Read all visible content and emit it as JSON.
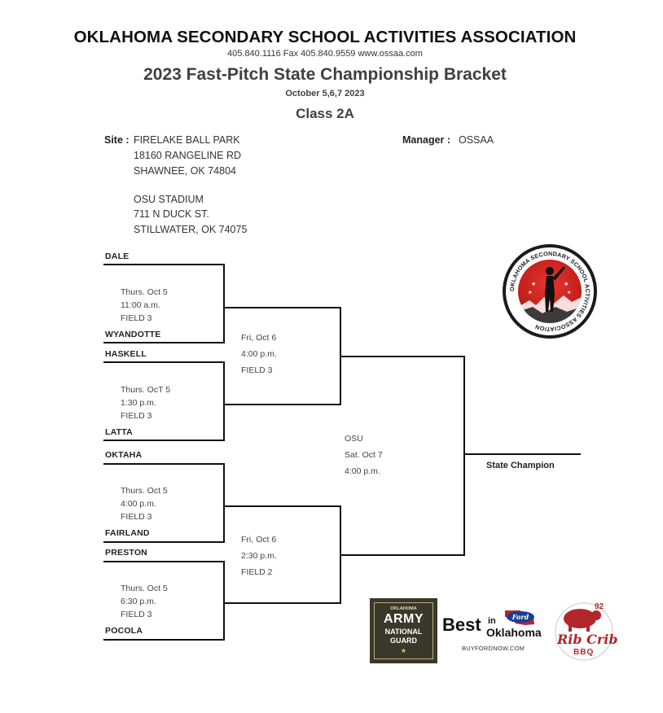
{
  "header": {
    "org": "OKLAHOMA SECONDARY SCHOOL ACTIVITIES ASSOCIATION",
    "contact": "405.840.1116   Fax 405.840.9559  www.ossaa.com",
    "title": "2023 Fast-Pitch State Championship Bracket",
    "dates": "October 5,6,7  2023",
    "class": "Class 2A"
  },
  "site": {
    "label": "Site :",
    "lines": [
      "FIRELAKE BALL PARK",
      "18160 RANGELINE RD",
      "SHAWNEE, OK 74804",
      "OSU STADIUM",
      "711 N DUCK ST.",
      "STILLWATER, OK 74075"
    ]
  },
  "manager": {
    "label": "Manager :",
    "value": "OSSAA"
  },
  "teams": [
    "DALE",
    "WYANDOTTE",
    "HASKELL",
    "LATTA",
    "OKTAHA",
    "FAIRLAND",
    "PRESTON",
    "POCOLA"
  ],
  "games": {
    "r1": [
      {
        "day": "Thurs. Oct 5",
        "time": "11:00 a.m.",
        "field": "FIELD 3"
      },
      {
        "day": "Thurs. OcT 5",
        "time": "1:30 p.m.",
        "field": "FIELD 3"
      },
      {
        "day": "Thurs. Oct 5",
        "time": "4:00 p.m.",
        "field": "FIELD 3"
      },
      {
        "day": "Thurs. Oct 5",
        "time": "6:30 p.m.",
        "field": "FIELD 3"
      }
    ],
    "r2": [
      {
        "day": "Fri, Oct 6",
        "time": "4:00 p.m.",
        "field": "FIELD 3"
      },
      {
        "day": "Fri, Oct 6",
        "time": "2:30 p.m.",
        "field": "FIELD 2"
      }
    ],
    "final": {
      "venue": "OSU",
      "day": "Sat. Oct 7",
      "time": "4:00 p.m."
    }
  },
  "champion_label": "State Champion",
  "logos": {
    "seal": {
      "name": "OSSAA seal",
      "text": "OKLAHOMA SECONDARY SCHOOL ACTIVITIES ASSOCIATION",
      "colors": {
        "red": "#d42a24",
        "black": "#1b1b1b"
      }
    },
    "guard": {
      "line1": "OKLAHOMA",
      "line2": "ARMY",
      "line3": "NATIONAL",
      "line4": "GUARD",
      "color": "#3a372b"
    },
    "ford": {
      "big": "Best",
      "small": "in",
      "state": "Oklahoma",
      "url": "BUYFORDNOW.COM",
      "badge": "Ford",
      "color": "#1a3d8f"
    },
    "ribcrib": {
      "num": "92",
      "name": "Rib Crib",
      "sub": "BBQ",
      "color": "#b3262a"
    }
  }
}
